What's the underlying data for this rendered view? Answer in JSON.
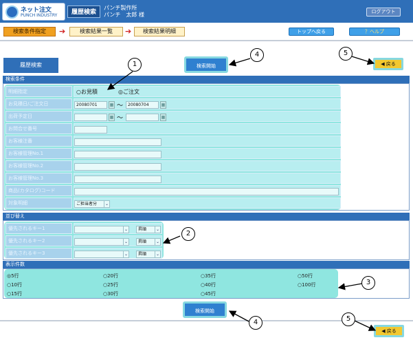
{
  "header": {
    "logo_line1": "ネット注文",
    "logo_line2": "PUNCH INDUSTRY",
    "page_title": "履歴検索",
    "company": "パンチ製作所",
    "user": "パンチ　太郎 様",
    "logout_label": "ログアウト"
  },
  "steps": {
    "step1": "検索条件指定",
    "step2": "検索結果一覧",
    "step3": "検索結果明細"
  },
  "nav": {
    "top_label": "トップへ戻る",
    "help_label": "？ヘルプ"
  },
  "side_tab": "履歴検索",
  "search_button": "検索開始",
  "back_button": "◀ 戻る",
  "sections": {
    "criteria": "検索条件",
    "sort": "並び替え",
    "count": "表示件数"
  },
  "criteria": {
    "type_label": "明細指定",
    "type_options": [
      "○お見積",
      "◎ご注文"
    ],
    "date_label": "お見積日/ご注文日",
    "date_from": "20080701",
    "date_to": "20080704",
    "ship_label": "出荷予定日",
    "inquiry_label": "お問合せ番号",
    "customer_order_label": "お客様注番",
    "mgmt1_label": "お客様管理No.1",
    "mgmt2_label": "お客様管理No.2",
    "mgmt3_label": "お客様管理No.3",
    "catalog_label": "商品(カタログ)コード",
    "target_label": "対象明細",
    "target_value": "ご担当者分"
  },
  "sort": {
    "key1": "優先されるキー1",
    "key2": "優先されるキー2",
    "key3": "優先されるキー3",
    "order": "昇順"
  },
  "count": {
    "options": [
      "◎5行",
      "○20行",
      "○35行",
      "○50行",
      "○10行",
      "○25行",
      "○40行",
      "○100行",
      "○15行",
      "○30行",
      "○45行"
    ]
  },
  "callouts": [
    "1",
    "2",
    "3",
    "4",
    "4",
    "5",
    "5"
  ]
}
